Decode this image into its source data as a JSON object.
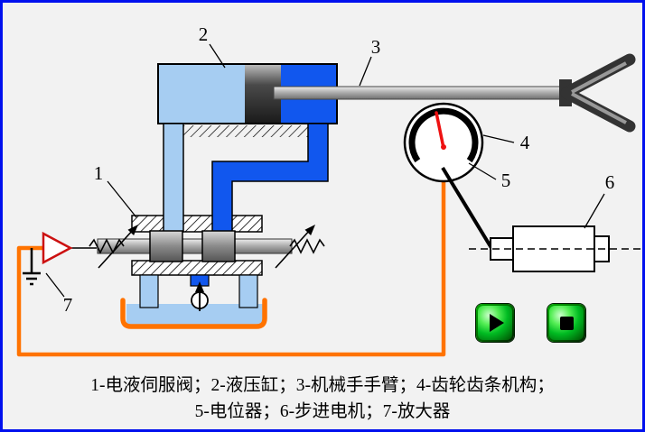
{
  "labels": {
    "n1": "1",
    "n2": "2",
    "n3": "3",
    "n4": "4",
    "n5": "5",
    "n6": "6",
    "n7": "7"
  },
  "caption": {
    "line1": "1-电液伺服阀；2-液压缸；3-机械手手臂；4-齿轮齿条机构；",
    "line2": "5-电位器；6-步进电机；7-放大器"
  },
  "controls": {
    "play": "play",
    "stop": "stop"
  },
  "colors": {
    "border_blue": "#0010ee",
    "background": "#f2f2f2",
    "fluid_light": "#a6cdf2",
    "pipe_blue": "#1157ee",
    "wire_orange": "#ff7300",
    "needle_red": "#ee1111",
    "button_green": "#00bb22",
    "amp_red": "#cc1111"
  }
}
